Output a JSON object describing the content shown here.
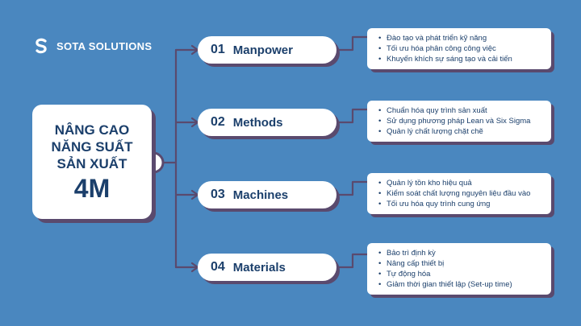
{
  "brand": {
    "name": "SOTA SOLUTIONS",
    "logo_icon": "s-logo-icon"
  },
  "center": {
    "line1": "NÂNG CAO",
    "line2": "NĂNG SUẤT",
    "line3": "SẢN XUẤT",
    "big": "4M"
  },
  "branches": [
    {
      "number": "01",
      "label": "Manpower",
      "items": [
        "Đào tạo và phát triển kỹ năng",
        "Tối ưu hóa phân công công việc",
        "Khuyến khích sự sáng tạo và cải tiến"
      ]
    },
    {
      "number": "02",
      "label": "Methods",
      "items": [
        "Chuẩn hóa quy trình sản xuất",
        "Sử dụng phương pháp Lean và Six Sigma",
        "Quản lý chất lượng chặt chẽ"
      ]
    },
    {
      "number": "03",
      "label": "Machines",
      "items": [
        "Quản lý tồn kho hiệu quả",
        "Kiểm soát chất lượng nguyên liệu đầu vào",
        "Tối ưu hóa quy trình cung ứng"
      ]
    },
    {
      "number": "04",
      "label": "Materials",
      "items": [
        "Bảo trì định kỳ",
        "Nâng cấp thiết bị",
        "Tự động hóa",
        "Giảm thời gian thiết lập (Set-up time)"
      ]
    }
  ],
  "colors": {
    "background": "#4a87bf",
    "connector": "#5a4a6e",
    "text": "#1b3f6b",
    "box": "#ffffff"
  }
}
